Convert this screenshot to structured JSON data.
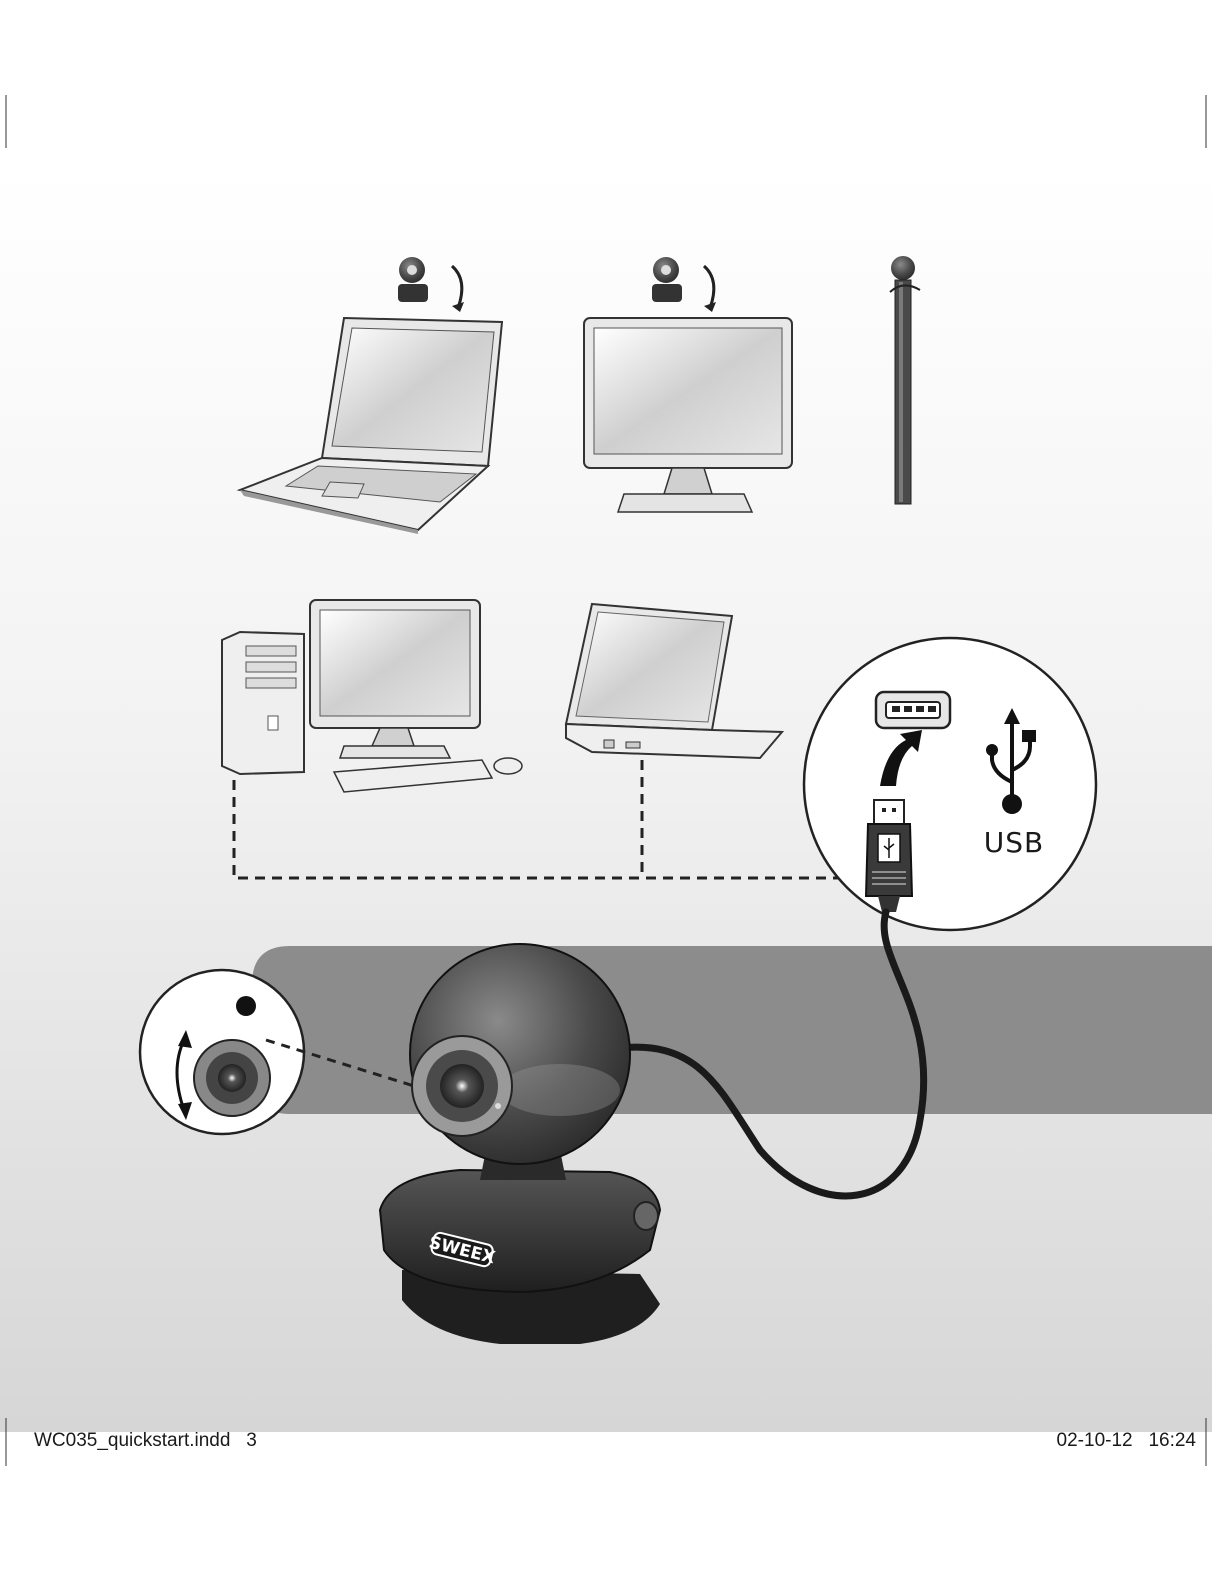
{
  "footer": {
    "file_name": "WC035_quickstart.indd",
    "page_number": "3",
    "date": "02-10-12",
    "time": "16:24"
  },
  "usb_callout": {
    "label": "USB"
  },
  "brand": {
    "logo_text": "SWEEX"
  },
  "icons": [
    "webcam-on-laptop-icon",
    "webcam-on-monitor-icon",
    "webcam-pole-mount-icon",
    "desktop-computer-icon",
    "notebook-rear-icon",
    "usb-port-icon",
    "usb-trident-icon",
    "usb-plug-icon",
    "lens-focus-icon",
    "webcam-icon"
  ],
  "colors": {
    "band": "#8c8c8c",
    "cable": "#1a1a1a",
    "webcam_body": "#3d3d3d"
  }
}
